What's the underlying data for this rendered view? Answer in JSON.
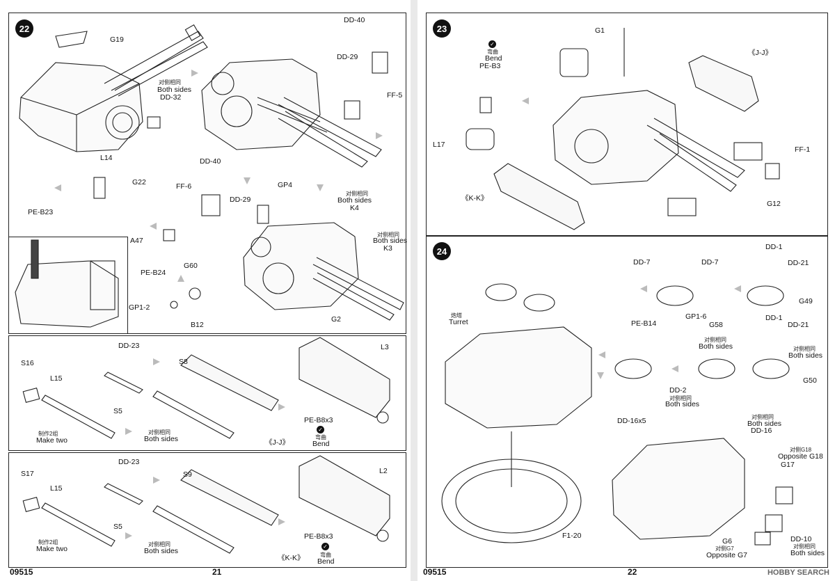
{
  "left_page": {
    "page_number": "21",
    "catalog": "09515",
    "step22": {
      "step": "22",
      "parts": [
        "G19",
        "DD-40",
        "DD-29",
        "FF-5",
        "DD-32",
        "L14",
        "G22",
        "PE-B23",
        "A47",
        "DD-40",
        "FF-6",
        "DD-29",
        "GP4",
        "K4",
        "K3",
        "PE-B24",
        "G60",
        "GP1-2",
        "B12",
        "G2"
      ],
      "both_sides_cn": "对侧相同",
      "both_sides_en": "Both sides"
    },
    "row_j": {
      "parts": [
        "S16",
        "L15",
        "DD-23",
        "S5",
        "S8",
        "L3",
        "PE-B8x3"
      ],
      "make_two_cn": "制作2组",
      "make_two_en": "Make two",
      "both_sides_cn": "对侧相同",
      "both_sides_en": "Both sides",
      "ref": "《J-J》",
      "bend_cn": "弯曲",
      "bend_en": "Bend"
    },
    "row_k": {
      "parts": [
        "S17",
        "L15",
        "DD-23",
        "S5",
        "S9",
        "L2",
        "PE-B8x3"
      ],
      "make_two_cn": "制作2组",
      "make_two_en": "Make two",
      "both_sides_cn": "对侧相同",
      "both_sides_en": "Both sides",
      "ref": "《K-K》",
      "bend_cn": "弯曲",
      "bend_en": "Bend"
    }
  },
  "right_page": {
    "page_number": "22",
    "catalog": "09515",
    "step23": {
      "step": "23",
      "parts": [
        "G1",
        "PE-B3",
        "L17",
        "FF-1",
        "G12"
      ],
      "ref_j": "《J-J》",
      "ref_k": "《K-K》",
      "bend_cn": "弯曲",
      "bend_en": "Bend"
    },
    "step24": {
      "step": "24",
      "parts": [
        "DD-1",
        "DD-7",
        "DD-7",
        "DD-21",
        "G49",
        "PE-B14",
        "GP1-6",
        "G58",
        "DD-1",
        "DD-21",
        "G50",
        "DD-2",
        "DD-16x5",
        "DD-16",
        "G17",
        "G6",
        "DD-10",
        "F1-20"
      ],
      "turret_cn": "炮塔",
      "turret_en": "Turret",
      "both_sides_cn": "对侧相同",
      "both_sides_en": "Both sides",
      "opposite_g18_cn": "对侧G18",
      "opposite_g18_en": "Opposite G18",
      "opposite_g7_cn": "对侧G7",
      "opposite_g7_en": "Opposite G7"
    },
    "watermark": "HOBBY SEARCH"
  }
}
